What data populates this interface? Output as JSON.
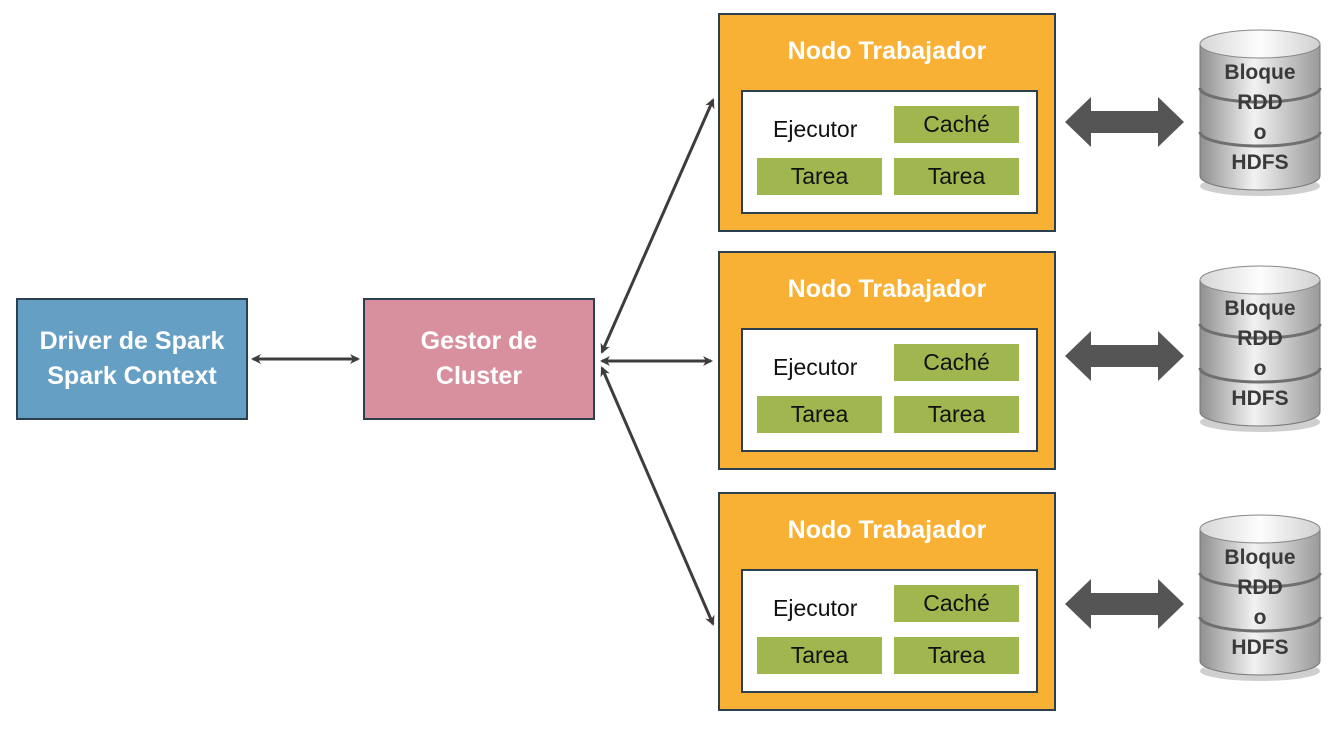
{
  "driver": {
    "line1": "Driver de Spark",
    "line2": "Spark Context"
  },
  "cluster": {
    "line1": "Gestor de",
    "line2": "Cluster"
  },
  "workers": [
    {
      "title": "Nodo Trabajador",
      "executor": "Ejecutor",
      "cache": "Caché",
      "task1": "Tarea",
      "task2": "Tarea"
    },
    {
      "title": "Nodo Trabajador",
      "executor": "Ejecutor",
      "cache": "Caché",
      "task1": "Tarea",
      "task2": "Tarea"
    },
    {
      "title": "Nodo Trabajador",
      "executor": "Ejecutor",
      "cache": "Caché",
      "task1": "Tarea",
      "task2": "Tarea"
    }
  ],
  "storage": [
    {
      "line1": "Bloque",
      "line2": "RDD",
      "line3": "o",
      "line4": "HDFS"
    },
    {
      "line1": "Bloque",
      "line2": "RDD",
      "line3": "o",
      "line4": "HDFS"
    },
    {
      "line1": "Bloque",
      "line2": "RDD",
      "line3": "o",
      "line4": "HDFS"
    }
  ],
  "colors": {
    "driver": "#669fc4",
    "cluster": "#d9909e",
    "worker": "#f8b134",
    "chip": "#9fb74e",
    "border": "#2b3f4e",
    "arrow": "#3d3d3d",
    "fat_arrow": "#555555"
  }
}
